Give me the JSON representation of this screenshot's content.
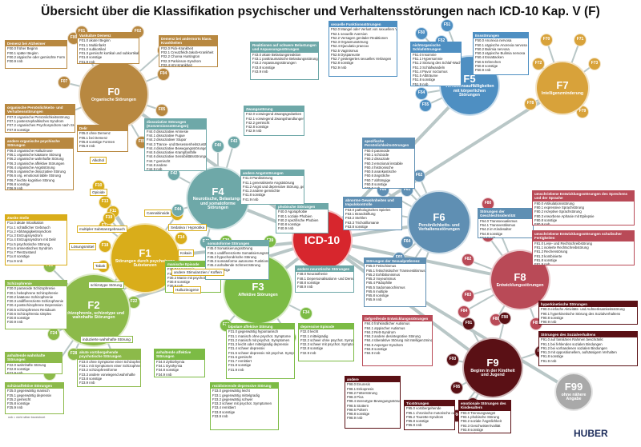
{
  "title": "Übersicht über die Klassifikation psychischer und Verhaltensstörungen nach ICD-10 Kap. V (F)",
  "center": {
    "code": "ICD-10",
    "color": "#d7262d"
  },
  "colors": {
    "F0": "#b88840",
    "F1": "#d9ad1a",
    "F2": "#8cba4a",
    "F3": "#7cbb45",
    "F4": "#6ea8a8",
    "F5": "#4e8fc2",
    "F6": "#5f8fb3",
    "F7": "#d8a23a",
    "F8": "#b94a57",
    "F9": "#5a1015",
    "F99": "#a9a9a9",
    "line": "#b9c7c7"
  },
  "main": [
    {
      "id": "F0",
      "code": "F0",
      "label": "Organische Störungen"
    },
    {
      "id": "F1",
      "code": "F1",
      "label": "Störungen durch psychotrope Substanzen"
    },
    {
      "id": "F2",
      "code": "F2",
      "label": "Schizophrenie, schizotype und wahnhafte Störungen"
    },
    {
      "id": "F3",
      "code": "F3",
      "label": "Affektive Störungen"
    },
    {
      "id": "F4",
      "code": "F4",
      "label": "Neurotische, Belastungs- und somatoforme Störungen"
    },
    {
      "id": "F5",
      "code": "F5",
      "label": "Verhaltensauffälligkeiten mit körperlichen Störungen"
    },
    {
      "id": "F6",
      "code": "F6",
      "label": "Persönlichkeits- und Verhaltensstörungen"
    },
    {
      "id": "F7",
      "code": "F7",
      "label": "Intelligenzminderung"
    },
    {
      "id": "F8",
      "code": "F8",
      "label": "Entwicklungsstörungen"
    },
    {
      "id": "F9",
      "code": "F9",
      "label": "Beginn in der Kindheit und Jugend"
    },
    {
      "id": "F99",
      "code": "F99",
      "label": "ohne nähere Angabe"
    }
  ],
  "sub": {
    "F0": [
      "F00",
      "F01",
      "F02",
      "F03",
      "F04",
      "F05",
      "F06",
      "F07",
      "F09"
    ],
    "F1": [
      "F10",
      "F11",
      "F12",
      "F13",
      "F14",
      "F15",
      "F16",
      "F17",
      "F18",
      "F19"
    ],
    "F2": [
      "F20",
      "F21",
      "F22",
      "F23",
      "F24",
      "F25",
      "F28",
      "F29"
    ],
    "F3": [
      "F30",
      "F31",
      "F32",
      "F33",
      "F34",
      "F38",
      "F39"
    ],
    "F4": [
      "F40",
      "F41",
      "F42",
      "F43",
      "F44",
      "F45",
      "F48"
    ],
    "F5": [
      "F50",
      "F51",
      "F52",
      "F53",
      "F54",
      "F55",
      "F59"
    ],
    "F6": [
      "F60",
      "F61",
      "F62",
      "F63",
      "F64",
      "F65",
      "F66",
      "F68",
      "F69"
    ],
    "F7": [
      "F70",
      "F71",
      "F72",
      "F73",
      "F78",
      "F79"
    ],
    "F8": [
      "F80",
      "F81",
      "F82",
      "F83",
      "F84",
      "F88",
      "F89"
    ],
    "F9": [
      "F90",
      "F91",
      "F92",
      "F93",
      "F94",
      "F95",
      "F98"
    ]
  },
  "boxes": [
    {
      "id": "b-f00",
      "code": "F00",
      "head": "Demenz bei Alzheimer",
      "lines": [
        "F00.0 früher Beginn",
        "F00.1 später Beginn",
        "F00.2 atypische oder gemischte Form",
        "F00.9 nnb"
      ]
    },
    {
      "id": "b-f01",
      "code": "F01",
      "head": "Vaskuläre Demenz",
      "lines": [
        "F01.0 akuter Beginn",
        "F01.1 Multiinfarkt",
        "F01.2 subkortikal",
        "F01.3 gemischt kortikal und subkortikal",
        "F01.8 sonstige",
        "F01.9 nnb"
      ]
    },
    {
      "id": "b-f02",
      "code": "F02",
      "head": "Demenz bei andernorts klass. Krankheiten",
      "lines": [
        "F02.0 Pick-Krankheit",
        "F02.1 Creutzfeldt-Jakob-Krankheit",
        "F02.2 Chorea Huntington",
        "F02.3 Parkinson-Syndrom",
        "F02.4 HIV-Krankheit",
        "F02.8 sonstige"
      ]
    },
    {
      "id": "b-f06",
      "code": "F06",
      "head": "andere organische psychische Störungen",
      "lines": [
        "F06.0 organische Halluzinose",
        "F06.1 organische katatone Störung",
        "F06.2 organische wahnhafte Störung",
        "F06.3 organische affektive Störungen",
        "F06.4 organische Angststörung",
        "F06.5 organische dissoziative Störung",
        "F06.6 org. emotional labile Störung",
        "F06.7 leichte kognitive Störung",
        "F06.8 sonstige",
        "F06.9 nnb"
      ]
    },
    {
      "id": "b-f07",
      "code": "F07",
      "head": "organische Persönlichkeits- und Verhaltensstörungen",
      "lines": [
        "F07.0 organische Persönlichkeitsstörung",
        "F07.1 postenzephalitisches Syndrom",
        "F07.2 organisches Psychosyndrom nach SHT",
        "F07.8 sonstige",
        "F07.9 nnb"
      ]
    },
    {
      "id": "b-f05",
      "code": "F05",
      "head": "Delir",
      "lines": [
        "F05.0 ohne Demenz",
        "F05.1 bei Demenz",
        "F05.8 sonstige Formen",
        "F05.9 nnb"
      ]
    },
    {
      "id": "b-f1x",
      "code": "F1x",
      "head": "Zweite Stelle",
      "lines": [
        "F1x.0 akute Intoxikation",
        "F1x.1 schädlicher Gebrauch",
        "F1x.2 Abhängigkeitssyndrom",
        "F1x.3 Entzugssyndrom",
        "F1x.4 Entzugssyndrom mit Delir",
        "F1x.5 psychotische Störung",
        "F1x.6 amnestisches Syndrom",
        "F1x.7 Restzustand",
        "F1x.8 sonstige",
        "F1x.9 nnb"
      ]
    },
    {
      "id": "b-f20",
      "code": "F20",
      "head": "Schizophrenie",
      "lines": [
        "F20.0 paranoide Schizophrenie",
        "F20.1 hebephrene Schizophrenie",
        "F20.2 katatone Schizophrenie",
        "F20.3 undifferenzierte Schizophrenie",
        "F20.4 postschizophrene Depression",
        "F20.5 schizophrenes Residuum",
        "F20.6 Schizophrenia simplex",
        "F20.8 sonstige",
        "F20.9 nnb"
      ]
    },
    {
      "id": "b-f22",
      "code": "F22",
      "head": "anhaltende wahnhafte Störungen",
      "lines": [
        "F22.0 wahnhafte Störung",
        "F22.8 sonstige",
        "F22.9 nnb"
      ]
    },
    {
      "id": "b-f23",
      "code": "F23",
      "head": "akute vorübergehende psychotische Störungen",
      "lines": [
        "F23.0 ohne Symptome einer Schizophrenie",
        "F23.1 mit Symptomen einer Schizophrenie",
        "F23.2 schizophreniforme",
        "F23.3 andere vorwiegend wahnhafte",
        "F23.8 sonstige",
        "F23.9 nnb"
      ]
    },
    {
      "id": "b-f25",
      "code": "F25",
      "head": "schizoaffektive Störungen",
      "lines": [
        "F25.0 gegenwärtig manisch",
        "F25.1 gegenwärtig depressiv",
        "F25.2 gemischt",
        "F25.8 sonstige",
        "F25.9 nnb"
      ]
    },
    {
      "id": "b-f30",
      "code": "F30",
      "head": "manische Episode",
      "lines": [
        "F30.0 Hypomanie",
        "F30.1 Manie ohne psychotische Symptome",
        "F30.2 Manie mit psychotischen Symptomen",
        "F30.8 sonstige",
        "F30.9 nnb"
      ]
    },
    {
      "id": "b-f31",
      "code": "F31",
      "head": "bipolare affektive Störung",
      "lines": [
        "F31.0 gegenwärtig hypomanisch",
        "F31.1 manisch ohne psychot. Symptome",
        "F31.2 manisch mit psychot. Symptomen",
        "F31.3 leicht oder mittelgradig depressiv",
        "F31.4 schwer depressiv",
        "F31.5 schwer depressiv mit psychot. Sympt.",
        "F31.6 gemischt",
        "F31.7 remittiert",
        "F31.8 sonstige",
        "F31.9 nnb"
      ]
    },
    {
      "id": "b-f32",
      "code": "F32",
      "head": "depressive Episode",
      "lines": [
        "F32.0 leicht",
        "F32.1 mittelgradig",
        "F32.2 schwer ohne psychot. Symptome",
        "F32.3 schwer mit psychot. Symptomen",
        "F32.8 sonstige",
        "F32.9 nnb"
      ]
    },
    {
      "id": "b-f33",
      "code": "F33",
      "head": "rezidivierende depressive Störung",
      "lines": [
        "F33.0 gegenwärtig leicht",
        "F33.1 gegenwärtig mittelgradig",
        "F33.2 gegenwärtig schwer",
        "F33.3 schwer mit psychot. Symptomen",
        "F33.4 remittiert",
        "F33.8 sonstige",
        "F33.9 nnb"
      ]
    },
    {
      "id": "b-f34",
      "code": "F34",
      "head": "anhaltende affektive Störungen",
      "lines": [
        "F34.0 Zyklothymia",
        "F34.1 Dysthymia",
        "F34.8 sonstige",
        "F34.9 nnb"
      ]
    },
    {
      "id": "b-f40",
      "code": "F40",
      "head": "phobische Störungen",
      "lines": [
        "F40.0 Agoraphobie",
        "F40.1 soziale Phobien",
        "F40.2 spezifische Phobien",
        "F40.8 sonstige",
        "F40.9 nnb"
      ]
    },
    {
      "id": "b-f41",
      "code": "F41",
      "head": "andere Angststörungen",
      "lines": [
        "F41.0 Panikstörung",
        "F41.1 generalisierte Angststörung",
        "F41.2 Angst und depressive Störung, gemischt",
        "F41.3 andere gemischte",
        "F41.8 sonstige",
        "F41.9 nnb"
      ]
    },
    {
      "id": "b-f42",
      "code": "F42",
      "head": "Zwangsstörung",
      "lines": [
        "F42.0 vorwiegend Zwangsgedanken",
        "F42.1 vorwiegend Zwangshandlungen",
        "F42.2 gemischt",
        "F42.8 sonstige",
        "F42.9 nnb"
      ]
    },
    {
      "id": "b-f43",
      "code": "F43",
      "head": "Reaktionen auf schwere Belastungen und Anpassungsstörungen",
      "lines": [
        "F43.0 akute Belastungsreaktion",
        "F43.1 posttraumatische Belastungsstörung",
        "F43.2 Anpassungsstörungen",
        "F43.8 sonstige",
        "F43.9 nnb"
      ]
    },
    {
      "id": "b-f44",
      "code": "F44",
      "head": "dissoziative Störungen (Konversionsstörungen)",
      "lines": [
        "F44.0 dissoziative Amnesie",
        "F44.1 dissoziative Fugue",
        "F44.2 dissoziativer Stupor",
        "F44.3 Trance- und Besessenheitszustände",
        "F44.4 dissoziative Bewegungsstörungen",
        "F44.5 dissoziative Krampfanfälle",
        "F44.6 dissoziative Sensibilitätsstörungen",
        "F44.7 gemischt",
        "F44.8 andere",
        "F44.9 nnb"
      ]
    },
    {
      "id": "b-f45",
      "code": "F45",
      "head": "somatoforme Störungen",
      "lines": [
        "F45.0 Somatisierungsstörung",
        "F45.1 undifferenzierte Somatisierungsstörung",
        "F45.2 hypochondrische Störung",
        "F45.3 somatoforme autonome Funktionsstörung",
        "F45.4 anhaltende Schmerzstörung",
        "F45.8 sonstige",
        "F45.9 nnb"
      ]
    },
    {
      "id": "b-f48",
      "code": "F48",
      "head": "andere neurotische Störungen",
      "lines": [
        "F48.0 Neurasthenie",
        "F48.1 Depersonalisations- und Derealisationssyndrom",
        "F48.8 sonstige",
        "F48.9 nnb"
      ]
    },
    {
      "id": "b-f50",
      "code": "F50",
      "head": "Essstörungen",
      "lines": [
        "F50.0 Anorexia nervosa",
        "F50.1 atypische Anorexia nervosa",
        "F50.2 Bulimia nervosa",
        "F50.3 atypische Bulimia nervosa",
        "F50.4 Essattacken",
        "F50.5 Erbrechen",
        "F50.8 sonstige",
        "F50.9 nnb"
      ]
    },
    {
      "id": "b-f51",
      "code": "F51",
      "head": "nichtorganische Schlafstörungen",
      "lines": [
        "F51.0 Insomnie",
        "F51.1 Hypersomnie",
        "F51.2 Störung des Schlaf-Wach-Rhythmus",
        "F51.3 Schlafwandeln",
        "F51.4 Pavor nocturnus",
        "F51.5 Albträume",
        "F51.8 sonstige",
        "F51.9 nnb"
      ]
    },
    {
      "id": "b-f52",
      "code": "F52",
      "head": "sexuelle Funktionsstörungen",
      "lines": [
        "F52.0 Mangel oder Verlust von sexuellem Verlangen",
        "F52.1 sexuelle Aversion",
        "F52.2 Versagen genitaler Reaktionen",
        "F52.3 Orgasmusstörung",
        "F52.4 Ejaculatio praecox",
        "F52.5 Vaginismus",
        "F52.6 Dyspareunie",
        "F52.7 gesteigertes sexuelles Verlangen",
        "F52.8 sonstige",
        "F52.9 nnb"
      ]
    },
    {
      "id": "b-f60",
      "code": "F60",
      "head": "spezifische Persönlichkeitsstörungen",
      "lines": [
        "F60.0 paranoide",
        "F60.1 schizoide",
        "F60.2 dissoziale",
        "F60.3 emotional instabile",
        "F60.4 histrionische",
        "F60.5 anankastische",
        "F60.6 ängstliche",
        "F60.7 abhängige",
        "F60.8 sonstige",
        "F60.9 nnb"
      ]
    },
    {
      "id": "b-f63",
      "code": "F63",
      "head": "abnorme Gewohnheiten und Impulskontrolle",
      "lines": [
        "F63.0 pathologisches Spielen",
        "F63.1 Brandstiftung",
        "F63.2 Stehlen",
        "F63.3 Trichotillomanie",
        "F63.8 sonstige",
        "F63.9 nnb"
      ]
    },
    {
      "id": "b-f64",
      "code": "F64",
      "head": "Störungen der Geschlechtsidentität",
      "lines": [
        "F64.0 Transsexualismus",
        "F64.1 Transvestitismus",
        "F64.2 im Kindesalter",
        "F64.8 sonstige",
        "F64.9 nnb"
      ]
    },
    {
      "id": "b-f65",
      "code": "F65",
      "head": "Störungen der Sexualpräferenz",
      "lines": [
        "F65.0 Fetischismus",
        "F65.1 fetischistischer Transvestitismus",
        "F65.2 Exhibitionismus",
        "F65.3 Voyeurismus",
        "F65.4 Pädophilie",
        "F65.5 Sadomasochismus",
        "F65.6 multiple",
        "F65.8 sonstige",
        "F65.9 nnb"
      ]
    },
    {
      "id": "b-f80",
      "code": "F80",
      "head": "umschriebene Entwicklungsstörungen des Sprechens und der Sprache",
      "lines": [
        "F80.0 Artikulationsstörung",
        "F80.1 expressive Sprachstörung",
        "F80.2 rezeptive Sprachstörung",
        "F80.3 erworbene Aphasie mit Epilepsie",
        "F80.8 sonstige",
        "F80.9 nnb"
      ]
    },
    {
      "id": "b-f81",
      "code": "F81",
      "head": "umschriebene Entwicklungsstörungen schulischer Fertigkeiten",
      "lines": [
        "F81.0 Lese- und Rechtschreibstörung",
        "F81.1 isolierte Rechtschreibstörung",
        "F81.2 Rechenstörung",
        "F81.3 kombinierte",
        "F81.8 sonstige",
        "F81.9 nnb"
      ]
    },
    {
      "id": "b-f84",
      "code": "F84",
      "head": "tiefgreifende Entwicklungsstörungen",
      "lines": [
        "F84.0 frühkindlicher Autismus",
        "F84.1 atypischer Autismus",
        "F84.2 Rett-Syndrom",
        "F84.3 andere desintegrative Störung",
        "F84.4 überaktive Störung mit Intelligenzminderung",
        "F84.5 Asperger-Syndrom",
        "F84.8 sonstige",
        "F84.9 nnb"
      ]
    },
    {
      "id": "b-f90",
      "code": "F90",
      "head": "hyperkinetische Störungen",
      "lines": [
        "F90.0 einfache Aktivitäts- und Aufmerksamkeitsstörung",
        "F90.1 hyperkinetische Störung des Sozialverhaltens",
        "F90.8 sonstige",
        "F90.9 nnb"
      ]
    },
    {
      "id": "b-f91",
      "code": "F91",
      "head": "Störungen des Sozialverhaltens",
      "lines": [
        "F91.0 auf familiären Rahmen beschränkt",
        "F91.1 bei fehlenden sozialen Bindungen",
        "F91.2 bei vorhandenen sozialen Bindungen",
        "F91.3 mit oppositionellem, aufsässigem Verhalten",
        "F91.8 sonstige",
        "F91.9 nnb"
      ]
    },
    {
      "id": "b-f93",
      "code": "F93",
      "head": "emotionale Störungen des Kindesalters",
      "lines": [
        "F93.0 Trennungsangst",
        "F93.1 phobische Störung",
        "F93.2 soziale Ängstlichkeit",
        "F93.3 Geschwisterrivalität",
        "F93.8 sonstige",
        "F93.9 nnb"
      ]
    },
    {
      "id": "b-f95",
      "code": "F95",
      "head": "Ticstörungen",
      "lines": [
        "F95.0 vorübergehende",
        "F95.1 chronische motorische oder vokale",
        "F95.2 Tourette-Syndrom",
        "F95.8 sonstige",
        "F95.9 nnb"
      ]
    },
    {
      "id": "b-f98",
      "code": "F98",
      "head": "andere",
      "lines": [
        "F98.0 Enuresis",
        "F98.1 Enkopresis",
        "F98.2 Fütterstörung",
        "F98.3 Pica",
        "F98.4 stereotype Bewegungsstörungen",
        "F98.5 Stottern",
        "F98.6 Poltern",
        "F98.8 sonstige",
        "F98.9 nnb"
      ]
    }
  ],
  "pills": [
    {
      "id": "p-f10",
      "code": "F10",
      "text": "Alkohol"
    },
    {
      "id": "p-f11",
      "code": "F11",
      "text": "Opioide"
    },
    {
      "id": "p-f12",
      "code": "F12",
      "text": "Cannabinoide"
    },
    {
      "id": "p-f13",
      "code": "F13",
      "text": "Sedativa / Hypnotika"
    },
    {
      "id": "p-f14",
      "code": "F14",
      "text": "Kokain"
    },
    {
      "id": "p-f15",
      "code": "F15",
      "text": "andere Stimulanzien / Koffein"
    },
    {
      "id": "p-f16",
      "code": "F16",
      "text": "Halluzinogene"
    },
    {
      "id": "p-f17",
      "code": "F17",
      "text": "Tabak"
    },
    {
      "id": "p-f18",
      "code": "F18",
      "text": "Lösungsmittel"
    },
    {
      "id": "p-f19",
      "code": "F19",
      "text": "multipler Substanzgebrauch"
    },
    {
      "id": "p-f21",
      "code": "F21",
      "text": "schizotype Störung"
    },
    {
      "id": "p-f24",
      "code": "F24",
      "text": "induzierte wahnhafte Störung"
    }
  ],
  "footer": {
    "logo": "HUBER",
    "note": "nnb = nicht näher bezeichnet"
  }
}
